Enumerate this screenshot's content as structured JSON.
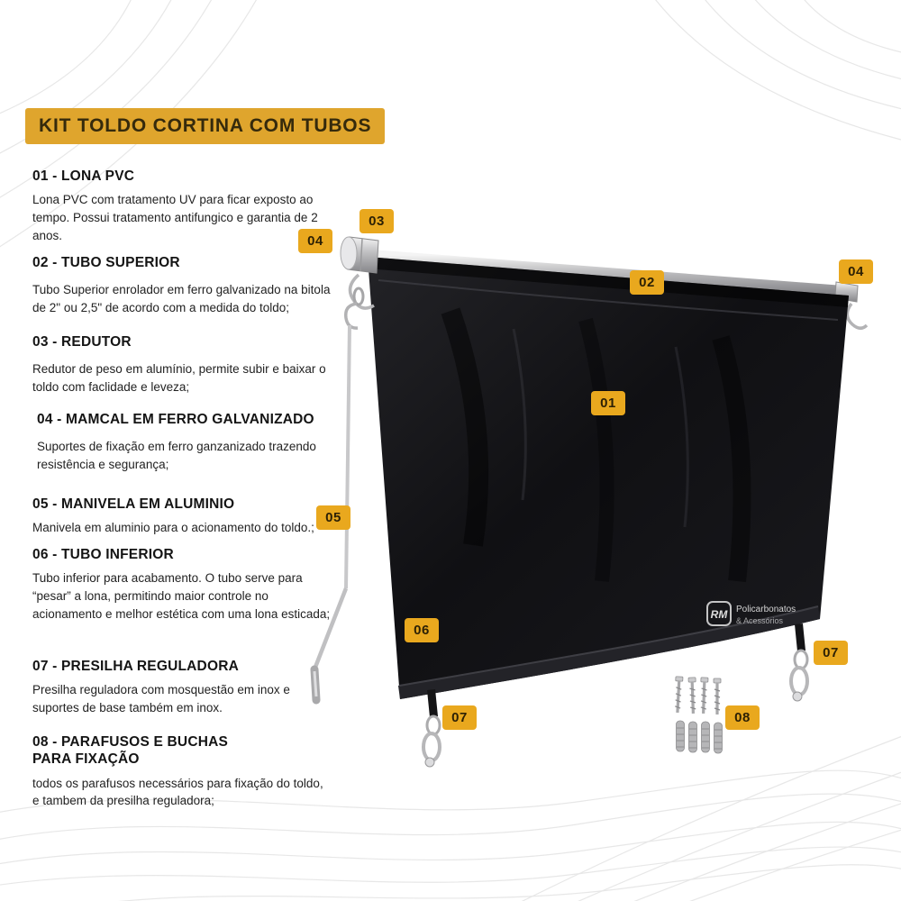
{
  "title": "KIT TOLDO CORTINA COM TUBOS",
  "sections": [
    {
      "heading": "01 - LONA PVC",
      "body": "Lona PVC com tratamento UV para ficar exposto ao tempo. Possui tratamento antifungico e garantia de 2 anos."
    },
    {
      "heading": "02 - TUBO SUPERIOR",
      "body": "Tubo Superior enrolador em ferro galvanizado na bitola de 2\" ou 2,5\" de acordo com a medida do toldo;"
    },
    {
      "heading": "03 - REDUTOR",
      "body": "Redutor de peso em alumínio, permite subir e baixar o toldo com faclidade e leveza;"
    },
    {
      "heading": "04 - MAMCAL  EM FERRO GALVANIZADO",
      "body": "Suportes de fixação em ferro ganzanizado trazendo resistência e segurança;"
    },
    {
      "heading": "05 - MANIVELA EM ALUMINIO",
      "body": "Manivela em aluminio para o acionamento do toldo.;"
    },
    {
      "heading": "06 - TUBO INFERIOR",
      "body": "Tubo inferior para acabamento. O tubo serve para “pesar” a lona, permitindo maior controle no acionamento e melhor estética com uma lona esticada;"
    },
    {
      "heading": "07 - PRESILHA REGULADORA",
      "body": "Presilha reguladora com mosquestão em inox e suportes de base também em inox."
    },
    {
      "heading": "08 - PARAFUSOS E BUCHAS PARA FIXAÇÃO",
      "body": "todos os parafusos necessários para fixação do toldo, e tambem da presilha reguladora;"
    }
  ],
  "badges": [
    {
      "label": "03"
    },
    {
      "label": "04"
    },
    {
      "label": "02"
    },
    {
      "label": "04"
    },
    {
      "label": "01"
    },
    {
      "label": "05"
    },
    {
      "label": "06"
    },
    {
      "label": "07"
    },
    {
      "label": "07"
    },
    {
      "label": "08"
    }
  ],
  "watermark": {
    "initials": "RM",
    "line1": "Policarbonatos",
    "line2": "& Acessórios"
  },
  "colors": {
    "accent_gold": "#DFA52D",
    "badge_gold": "#E9A81E",
    "lona_black": "#121214"
  }
}
